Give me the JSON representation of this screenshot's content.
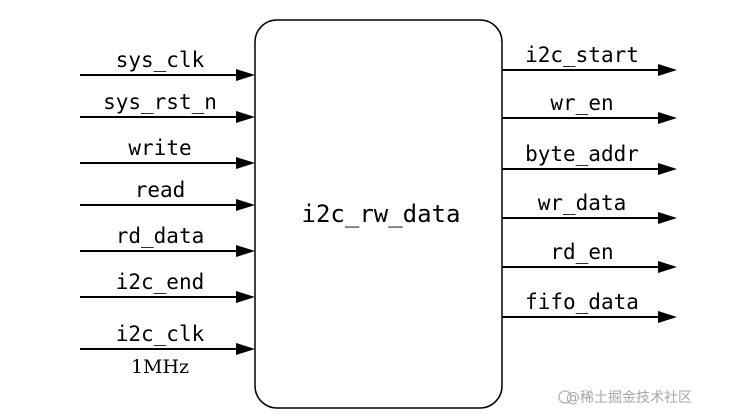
{
  "block": {
    "name": "i2c_rw_data"
  },
  "inputs": [
    {
      "label": "sys_clk"
    },
    {
      "label": "sys_rst_n"
    },
    {
      "label": "write"
    },
    {
      "label": "read"
    },
    {
      "label": "rd_data"
    },
    {
      "label": "i2c_end"
    },
    {
      "label": "i2c_clk",
      "note": "1MHz"
    }
  ],
  "outputs": [
    {
      "label": "i2c_start"
    },
    {
      "label": "wr_en"
    },
    {
      "label": "byte_addr"
    },
    {
      "label": "wr_data"
    },
    {
      "label": "rd_en"
    },
    {
      "label": "fifo_data"
    }
  ],
  "watermark": {
    "text": "@稀土掘金技术社区"
  },
  "colors": {
    "line": "#000000",
    "background": "#ffffff",
    "watermark": "#a7a7a7"
  }
}
